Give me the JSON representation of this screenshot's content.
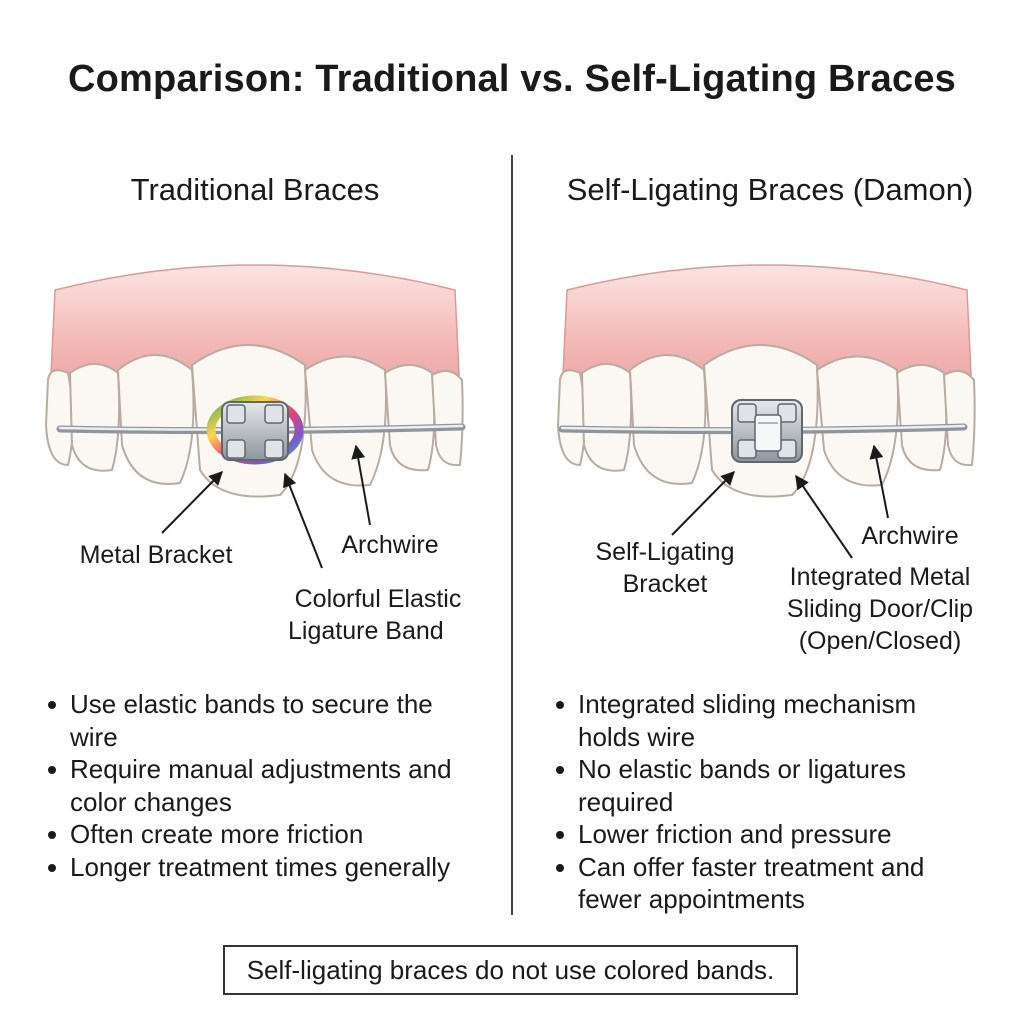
{
  "title": "Comparison: Traditional vs. Self-Ligating Braces",
  "left": {
    "heading": "Traditional Braces",
    "labels": {
      "bracket": "Metal Bracket",
      "archwire": "Archwire",
      "band_line1": "Colorful Elastic",
      "band_line2": "Ligature Band"
    },
    "bullets": [
      [
        "Use elastic bands to secure the",
        "wire"
      ],
      [
        "Require manual adjustments and",
        "color changes"
      ],
      [
        "Often create more friction"
      ],
      [
        "Longer treatment times generally"
      ]
    ]
  },
  "right": {
    "heading": "Self-Ligating Braces (Damon)",
    "labels": {
      "bracket_line1": "Self-Ligating",
      "bracket_line2": "Bracket",
      "archwire": "Archwire",
      "clip_line1": "Integrated Metal",
      "clip_line2": "Sliding Door/Clip",
      "clip_line3": "(Open/Closed)"
    },
    "bullets": [
      [
        "Integrated sliding mechanism",
        "holds wire"
      ],
      [
        "No elastic bands or ligatures",
        "required"
      ],
      [
        "Lower friction and pressure"
      ],
      [
        "Can offer faster treatment and",
        "fewer appointments"
      ]
    ]
  },
  "footer_note": "Self-ligating braces do not use colored bands.",
  "colors": {
    "gum": "#f2b3b3",
    "gum_light": "#fbe2e0",
    "tooth": "#fbf7f2",
    "tooth_outline": "#b8aba0",
    "metal": "#b9bec4",
    "elastic": "rainbow"
  }
}
